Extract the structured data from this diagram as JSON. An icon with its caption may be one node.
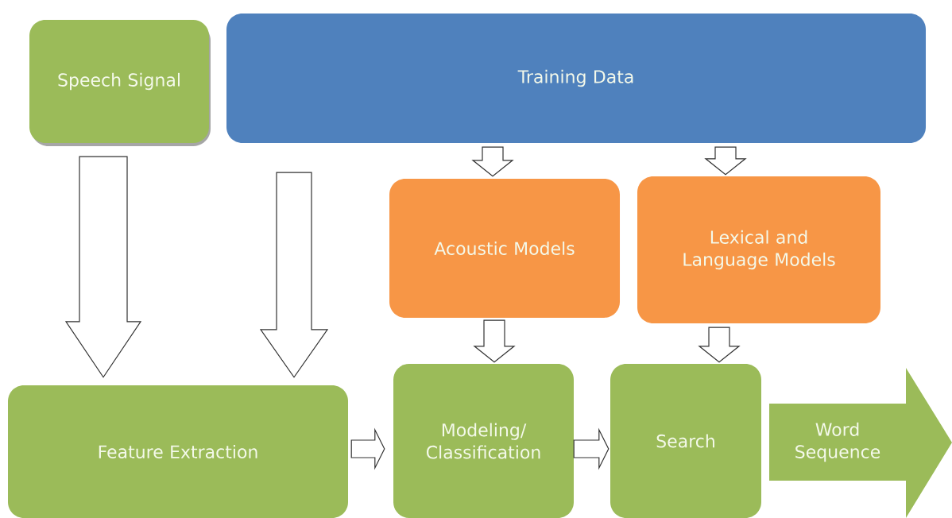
{
  "diagram": {
    "nodes": [
      {
        "text": [
          "Speech Signal"
        ]
      },
      {
        "text": [
          "Training Data"
        ]
      },
      {
        "text": [
          "Acoustic Models"
        ]
      },
      {
        "text": [
          "Lexical and Language Models"
        ]
      },
      {
        "text": [
          "Feature Extraction"
        ]
      },
      {
        "text": [
          "Modeling/ Classification"
        ]
      },
      {
        "text": [
          "Search"
        ]
      },
      {
        "text": [
          "Word Sequence"
        ]
      }
    ],
    "edges": [
      {
        "from": 0,
        "to": 4,
        "arrow": "to"
      },
      {
        "from": 1,
        "to": 4,
        "arrow": "to"
      },
      {
        "from": 1,
        "to": 2,
        "arrow": "to"
      },
      {
        "from": 1,
        "to": 3,
        "arrow": "to"
      },
      {
        "from": 2,
        "to": 5,
        "arrow": "to"
      },
      {
        "from": 3,
        "to": 6,
        "arrow": "to"
      },
      {
        "from": 4,
        "to": 5,
        "arrow": "to"
      },
      {
        "from": 5,
        "to": 6,
        "arrow": "to"
      }
    ]
  }
}
